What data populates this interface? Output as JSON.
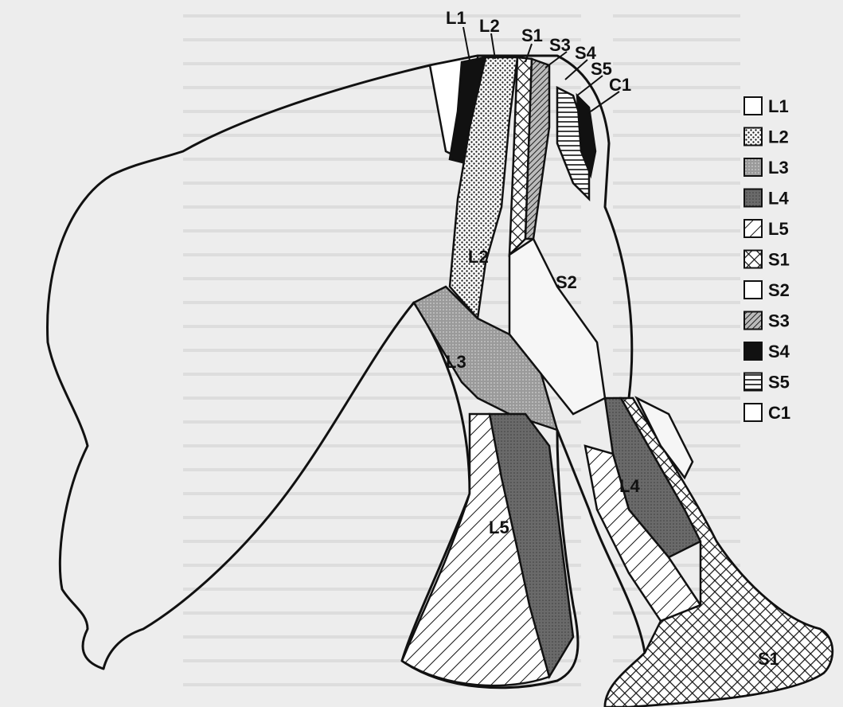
{
  "legend": [
    {
      "label": "L1",
      "pattern": "blank"
    },
    {
      "label": "L2",
      "pattern": "dots"
    },
    {
      "label": "L3",
      "pattern": "fine-grey"
    },
    {
      "label": "L4",
      "pattern": "dark-grey"
    },
    {
      "label": "L5",
      "pattern": "diagonal-lines"
    },
    {
      "label": "S1",
      "pattern": "cross-hatch"
    },
    {
      "label": "S2",
      "pattern": "blank"
    },
    {
      "label": "S3",
      "pattern": "dense-diagonal"
    },
    {
      "label": "S4",
      "pattern": "solid-black"
    },
    {
      "label": "S5",
      "pattern": "horizontal-lines"
    },
    {
      "label": "C1",
      "pattern": "blank"
    }
  ],
  "labels": {
    "top": [
      "L1",
      "L2",
      "S1",
      "S3",
      "S4",
      "S5",
      "C1"
    ],
    "thigh_l2": "L2",
    "thigh_s2": "S2",
    "leg_l3": "L3",
    "shin_l5": "L5",
    "calf_l4": "L4",
    "foot_s1": "S1"
  },
  "colors": {
    "background": "#ededed",
    "ink": "#111111",
    "dark_grey": "#6e6e6e",
    "light_grey": "#a8a8a8"
  }
}
